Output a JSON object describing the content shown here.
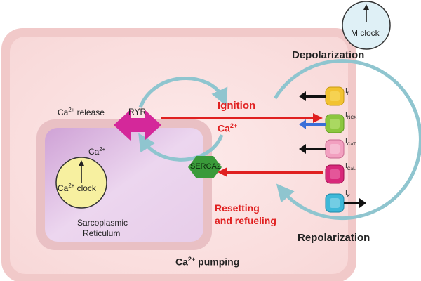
{
  "labels": {
    "m_clock": "M clock",
    "depolarization": "Depolarization",
    "repolarization": "Repolarization",
    "ca_release": "Ca",
    "ca_release_sup": "2+",
    "ca_release_tail": " release",
    "ryr": "RYR",
    "ignition": "Ignition",
    "ca2_red": "Ca",
    "ca2_red_sup": "2+",
    "ca2_sr": "Ca",
    "ca2_sr_sup": "2+",
    "ca_clock": "Ca",
    "ca_clock_sup": "2+",
    "ca_clock_tail": " clock",
    "serca2": "SERCA2",
    "resetting_1": "Resetting",
    "resetting_2": "and refueling",
    "sr_1": "Sarcoplasmic",
    "sr_2": "Reticulum",
    "ca_pumping": "Ca",
    "ca_pumping_sup": "2+",
    "ca_pumping_tail": " pumping"
  },
  "currents": [
    {
      "base": "I",
      "sub": "f",
      "color": "#f2c230"
    },
    {
      "base": "I",
      "sub": "NCX",
      "color": "#8cc63e"
    },
    {
      "base": "I",
      "sub": "CaT",
      "color": "#f2a0c0"
    },
    {
      "base": "I",
      "sub": "CaL",
      "color": "#d8287a"
    },
    {
      "base": "I",
      "sub": "K",
      "color": "#3fb8d8"
    }
  ],
  "colors": {
    "cell_outer": "#f4cfcf",
    "cell_inner": "#fbe4e4",
    "sr": "#d9b4dc",
    "cycle_arrow": "#8fc5cf",
    "red_arrow": "#e02020",
    "ryr": "#d4289a",
    "serca": "#3a9a3a",
    "ca_clock_face": "#f7f0a0"
  }
}
